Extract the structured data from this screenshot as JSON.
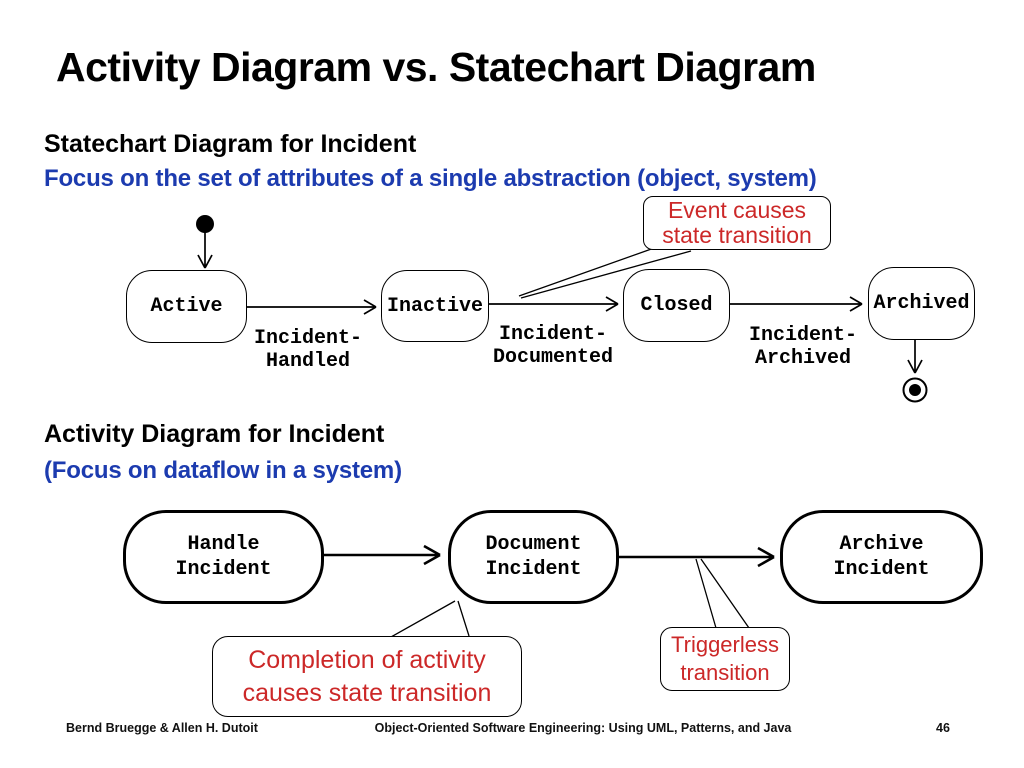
{
  "slide": {
    "title": "Activity Diagram vs. Statechart Diagram",
    "statechart_section": {
      "heading": "Statechart Diagram for Incident",
      "subheading": "Focus on the set of attributes of a single abstraction (object, system)"
    },
    "activity_section": {
      "heading": "Activity Diagram for Incident",
      "subheading": "(Focus on dataflow in a system)"
    },
    "footer": {
      "authors": "Bernd Bruegge & Allen H. Dutoit",
      "book": "Object-Oriented Software Engineering: Using UML, Patterns, and Java",
      "page_number": "46"
    }
  },
  "statechart": {
    "initial_state": "initial-state-dot",
    "final_state": "final-state-bullseye",
    "states": [
      {
        "label": "Active"
      },
      {
        "label": "Inactive"
      },
      {
        "label": "Closed"
      },
      {
        "label": "Archived"
      }
    ],
    "transitions": [
      {
        "line1": "Incident-",
        "line2": "Handled"
      },
      {
        "line1": "Incident-",
        "line2": "Documented"
      },
      {
        "line1": "Incident-",
        "line2": "Archived"
      }
    ]
  },
  "activity": {
    "nodes": [
      {
        "line1": "Handle",
        "line2": "Incident"
      },
      {
        "line1": "Document",
        "line2": "Incident"
      },
      {
        "line1": "Archive",
        "line2": "Incident"
      }
    ]
  },
  "callouts": {
    "event": {
      "line1": "Event causes",
      "line2": "state transition"
    },
    "completion": {
      "line1": "Completion of activity",
      "line2": "causes state transition"
    },
    "triggerless": {
      "line1": "Triggerless",
      "line2": "transition"
    }
  },
  "colors": {
    "accent_blue": "#1c3baf",
    "callout_red": "#cc2828",
    "diagram_black": "#000000",
    "background": "#ffffff"
  }
}
